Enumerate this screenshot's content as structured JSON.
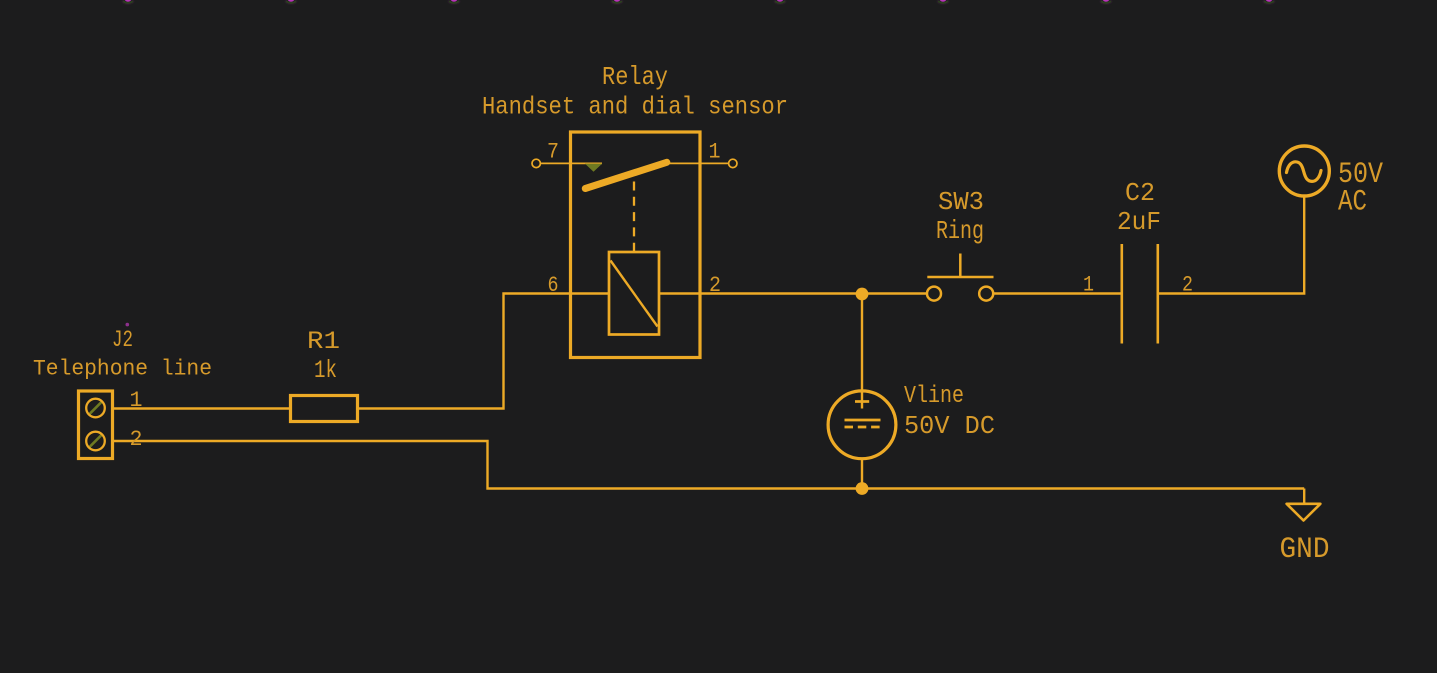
{
  "app": {
    "kind": "schematic-editor-canvas",
    "colors": {
      "background": "#1c1c1d",
      "graphics": "#edaa26",
      "text": "#d69a2b",
      "device_fill": "#6e7a22",
      "marker": "#b836b8"
    }
  },
  "components": {
    "relay": {
      "reference": "Relay",
      "value": "Handset and dial sensor",
      "pin_7": "7",
      "pin_1": "1",
      "pin_6": "6",
      "pin_2": "2"
    },
    "j2": {
      "reference": "J2",
      "value": "Telephone line",
      "pin_1": "1",
      "pin_2": "2"
    },
    "r1": {
      "reference": "R1",
      "value": "1k"
    },
    "sw3": {
      "reference": "SW3",
      "value": "Ring"
    },
    "c2": {
      "reference": "C2",
      "value": "2uF",
      "pin_1": "1",
      "pin_2": "2"
    },
    "ac_source": {
      "value_line1": "50V",
      "value_line2": "AC"
    },
    "vline": {
      "reference": "Vline",
      "value": "50V DC"
    },
    "gnd": {
      "label": "GND"
    }
  }
}
